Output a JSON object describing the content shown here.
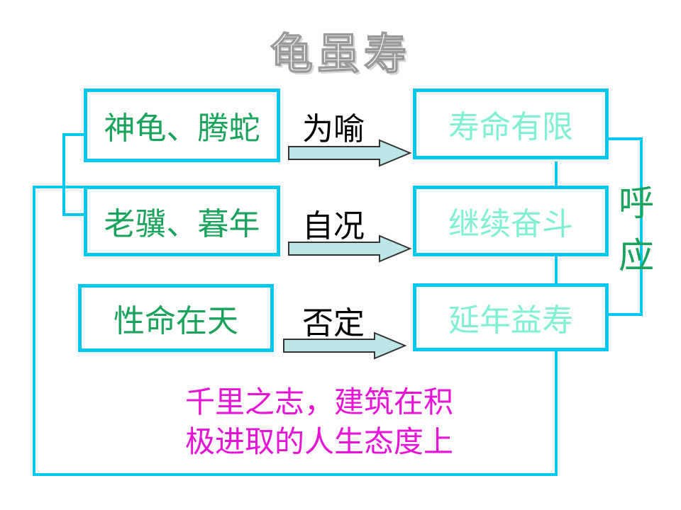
{
  "title": "龟虽寿",
  "colors": {
    "box_border": "#00c8f0",
    "left_text": "#1aa35a",
    "right_text": "#7ff0d4",
    "arrow_fill": "#bfe6e6",
    "conclusion_text": "#e612d6"
  },
  "rows": [
    {
      "left": "神龟、腾蛇",
      "relation": "为喻",
      "right": "寿命有限"
    },
    {
      "left": "老骥、暮年",
      "relation": "自况",
      "right": "继续奋斗"
    },
    {
      "left": "性命在天",
      "relation": "否定",
      "right": "延年益寿"
    }
  ],
  "echo_label": "呼应",
  "conclusion": {
    "line1": "千里之志，建筑在积",
    "line2": "极进取的人生态度上"
  }
}
